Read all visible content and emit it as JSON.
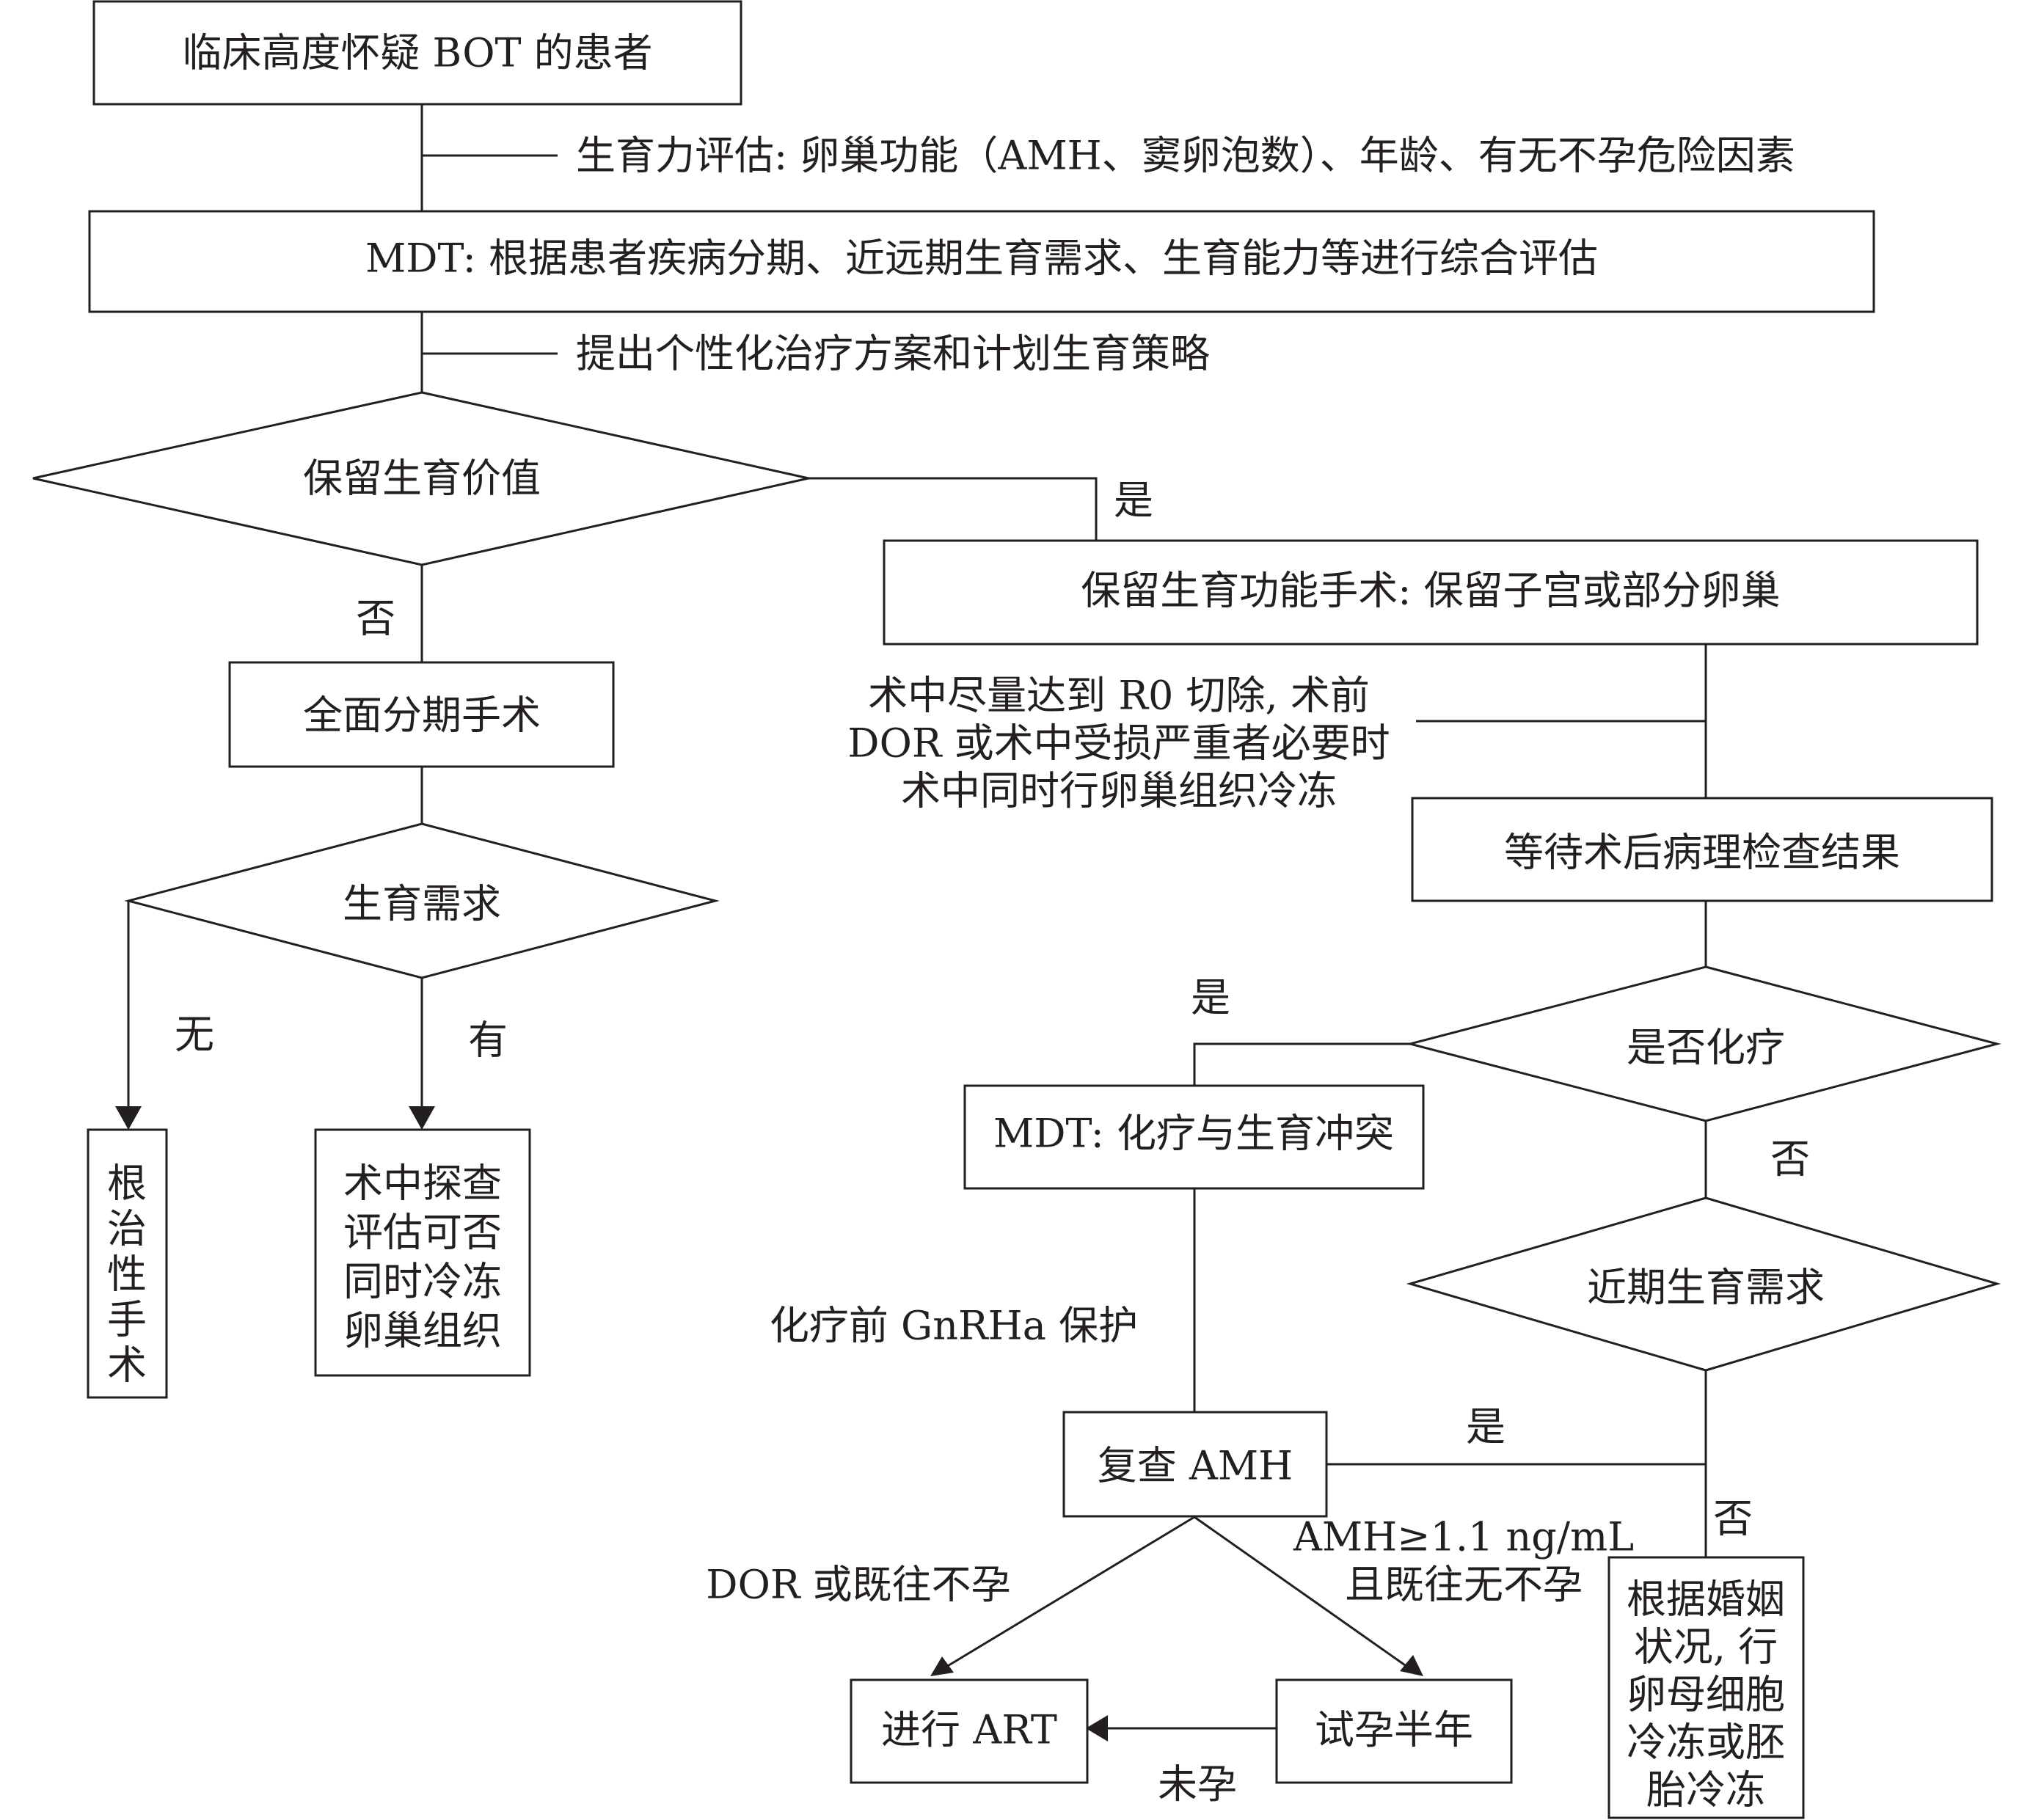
{
  "nodes": {
    "suspect": "临床高度怀疑 BOT 的患者",
    "mdt_eval": "MDT: 根据患者疾病分期、近远期生育需求、生育能力等进行综合评估",
    "preserve_value": "保留生育价值",
    "full_staging": "全面分期手术",
    "fertility_need": "生育需求",
    "radical_surgery": [
      "根",
      "治",
      "性",
      "手",
      "术"
    ],
    "explore_freeze": [
      "术中探查",
      "评估可否",
      "同时冷冻",
      "卵巢组织"
    ],
    "fsp_surgery": "保留生育功能手术: 保留子宫或部分卵巢",
    "await_pathology": "等待术后病理检查结果",
    "chemo_decision": "是否化疗",
    "mdt_conflict": "MDT: 化疗与生育冲突",
    "near_need": "近期生育需求",
    "recheck_amh": "复查 AMH",
    "cryo_box": [
      "根据婚姻",
      "状况, 行",
      "卵母细胞",
      "冷冻或胚",
      "胎冷冻"
    ],
    "art": "进行 ART",
    "try_conceive": "试孕半年"
  },
  "notes": {
    "fertility_assessment": "生育力评估: 卵巢功能（AMH、窦卵泡数）、年龄、有无不孕危险因素",
    "individual_plan": "提出个性化治疗方案和计划生育策略",
    "intraop_note": [
      "术中尽量达到 R0 切除, 术前",
      "DOR 或术中受损严重者必要时",
      "术中同时行卵巢组织冷冻"
    ],
    "gnrha": "化疗前 GnRHa 保护",
    "dor_or_infertile": "DOR 或既往不孕",
    "amh_ok": [
      "AMH≥1.1 ng/mL",
      "且既往无不孕"
    ]
  },
  "labels": {
    "yes_preserve": "是",
    "no_preserve": "否",
    "need_none": "无",
    "need_have": "有",
    "yes_chemo": "是",
    "no_chemo": "否",
    "yes_near": "是",
    "no_near": "否",
    "not_pregnant": "未孕"
  }
}
